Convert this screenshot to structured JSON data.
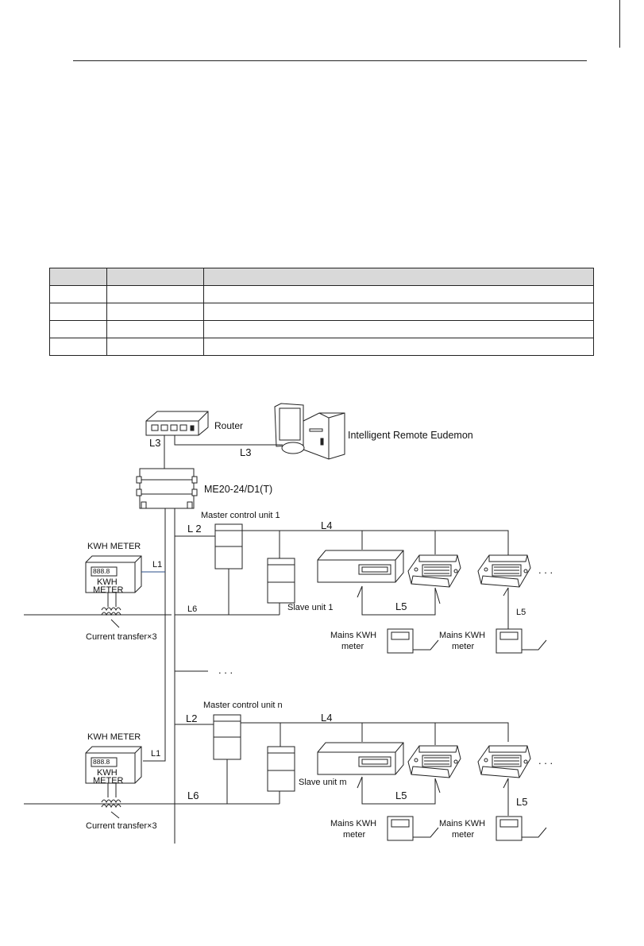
{
  "diagram": {
    "router": "Router",
    "remote_pc": "Intelligent Remote Eudemon",
    "gateway": "ME20-24/D1(T)",
    "kwh_meter_title": "KWH METER",
    "kwh_display": "888.8",
    "kwh_face_1": "KWH",
    "kwh_face_2": "METER",
    "current_transfer": "Current transfer×3",
    "master_1": "Master control unit 1",
    "master_n": "Master control unit n",
    "slave_1": "Slave unit 1",
    "slave_m": "Slave unit m",
    "mains_kwh_1": "Mains KWH",
    "mains_kwh_2": "meter",
    "ellipsis": ". . .",
    "lines": {
      "l1": "L1",
      "l2": "L 2",
      "l2b": "L2",
      "l3": "L3",
      "l4": "L4",
      "l5": "L5",
      "l6": "L6"
    }
  }
}
